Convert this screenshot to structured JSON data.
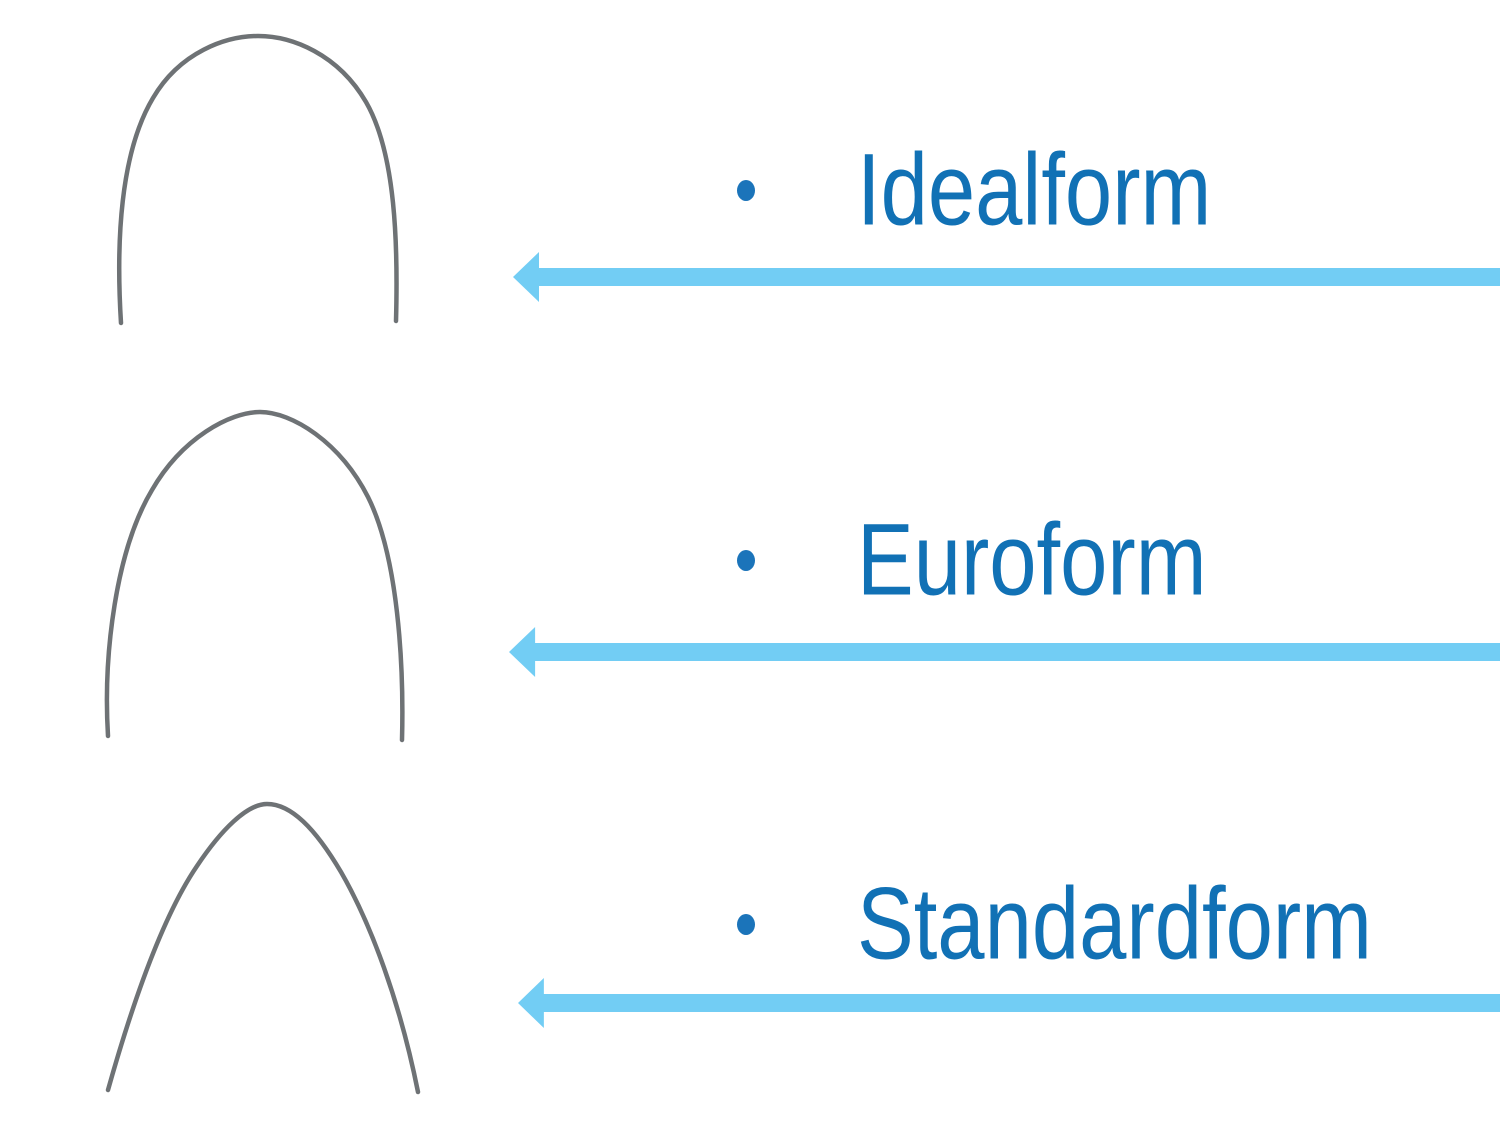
{
  "slide": {
    "background": "#ffffff"
  },
  "colors": {
    "label_text": "#1171b5",
    "bullet": "#1b74ba",
    "arrow": "#72cdf4",
    "wire": "#6e7275"
  },
  "items": [
    {
      "label": "Idealform",
      "arch_icon": "idealform-archwire",
      "arrow_icon": "left-arrow"
    },
    {
      "label": "Euroform",
      "arch_icon": "euroform-archwire",
      "arrow_icon": "left-arrow"
    },
    {
      "label": "Standardform",
      "arch_icon": "standardform-archwire",
      "arrow_icon": "left-arrow"
    }
  ]
}
